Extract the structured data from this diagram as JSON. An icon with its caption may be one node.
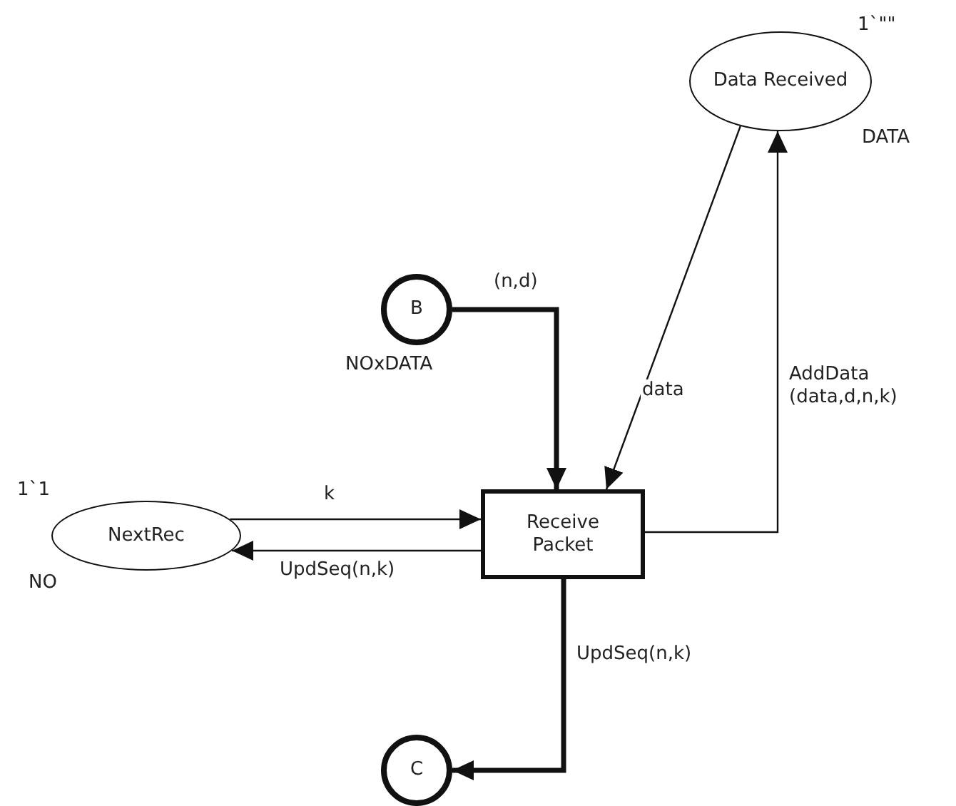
{
  "diagram": {
    "nodes": [
      {
        "text": [
          "Data Received"
        ],
        "beside": [
          "1`\"\"",
          "DATA"
        ]
      },
      {
        "text": [
          "B"
        ],
        "beside": [
          "NOxDATA"
        ]
      },
      {
        "text": [
          "NextRec"
        ],
        "beside": [
          "1`1",
          "NO"
        ]
      },
      {
        "text": [
          "Receive Packet"
        ]
      },
      {
        "text": [
          "C"
        ]
      }
    ],
    "edges": [
      {
        "from": 0,
        "to": 3,
        "arrow": "to",
        "label": "data"
      },
      {
        "from": 3,
        "to": 0,
        "arrow": "to",
        "label": "AddData (data,d,n,k)"
      },
      {
        "from": 1,
        "to": 3,
        "arrow": "to",
        "label": "(n,d)",
        "style": "thick"
      },
      {
        "from": 2,
        "to": 3,
        "arrow": "to",
        "label": "k"
      },
      {
        "from": 3,
        "to": 2,
        "arrow": "to",
        "label": "UpdSeq(n,k)"
      },
      {
        "from": 3,
        "to": 4,
        "arrow": "to",
        "label": "UpdSeq(n,k)",
        "style": "thick"
      }
    ]
  }
}
